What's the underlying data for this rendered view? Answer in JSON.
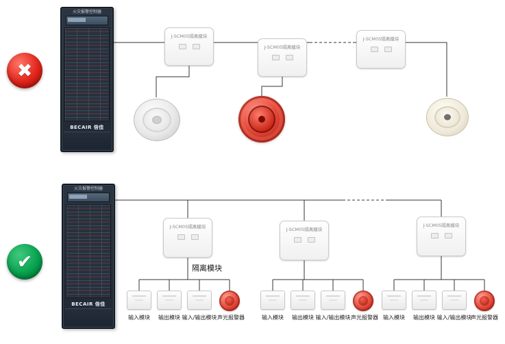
{
  "badges": {
    "wrong": "✖",
    "correct": "✔"
  },
  "panel": {
    "title": "火灾报警控制器",
    "brand": "BECAIR 倍佳"
  },
  "isolation_module_label": "J-SCM05隔离模块",
  "isolation_annotation": "隔离模块",
  "device_labels": {
    "input": "输入模块",
    "output": "输出模块",
    "io": "输入/输出模块",
    "sounder": "声光报警器"
  },
  "colors": {
    "wrong_red": "#e1251b",
    "correct_green": "#00a651",
    "wire": "#333333",
    "alarm_red": "#d0372b"
  }
}
